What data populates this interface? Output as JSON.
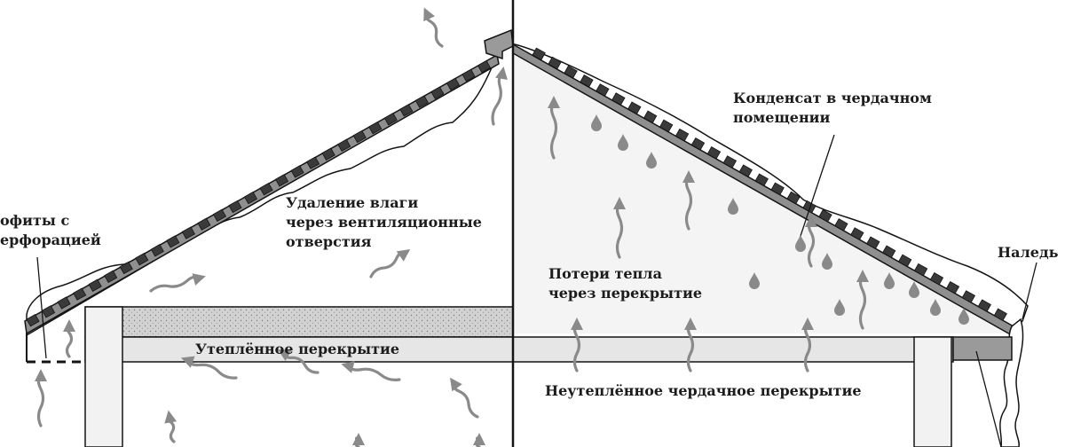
{
  "colors": {
    "line": "#141414",
    "roof_fill": "#8f8f8f",
    "shingle": "#3a3a3a",
    "snow_fill": "#ffffff",
    "wall_fill": "#f2f2f2",
    "beam_fill": "#e6e6e6",
    "insulation_fill": "#d2d2d2",
    "attic_cold_fill": "#f4f4f4",
    "arrow": "#8a8a8a",
    "drop": "#8a8a8a",
    "eave_dark": "#9a9a9a"
  },
  "labels": {
    "soffit_line1": "офиты с",
    "soffit_line2": "ерфорацией",
    "moisture_line1": "Удаление влаги",
    "moisture_line2": "через вентиляционные",
    "moisture_line3": "отверстия",
    "condensate_line1": "Конденсат в чердачном",
    "condensate_line2": "помещении",
    "heat_loss_line1": "Потери тепла",
    "heat_loss_line2": "через перекрытие",
    "ice": "Наледь",
    "insulated_floor": "Утеплённое перекрытие",
    "uninsulated_floor": "Неутеплённое чердачное перекрытие"
  },
  "icons": {
    "airflow_arrow": "wavy-arrow-icon",
    "condensate_drop": "water-drop-icon"
  }
}
